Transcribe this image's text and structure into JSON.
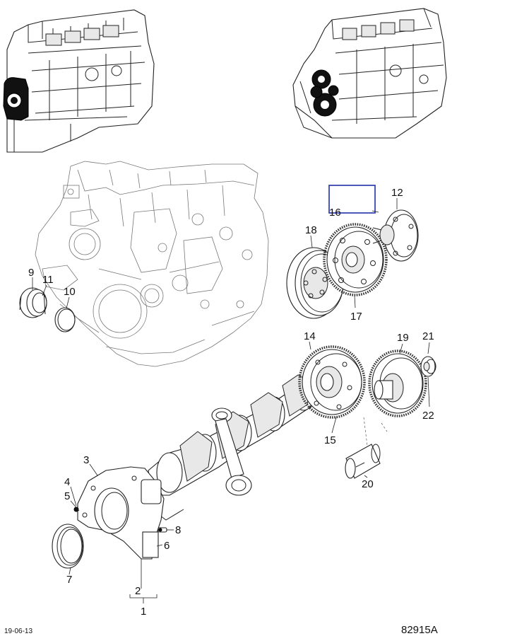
{
  "callouts": {
    "c1": "1",
    "c2": "2",
    "c3": "3",
    "c4": "4",
    "c5": "5",
    "c6": "6",
    "c7": "7",
    "c8": "8",
    "c9": "9",
    "c10": "10",
    "c11": "11",
    "c12": "12",
    "c14": "14",
    "c15": "15",
    "c16": "16",
    "c17": "17",
    "c18": "18",
    "c19": "19",
    "c20": "20",
    "c21": "21",
    "c22": "22"
  },
  "footer": {
    "date": "19-06-13",
    "code": "82915A"
  },
  "highlight_box_color": "#1f2fa8"
}
